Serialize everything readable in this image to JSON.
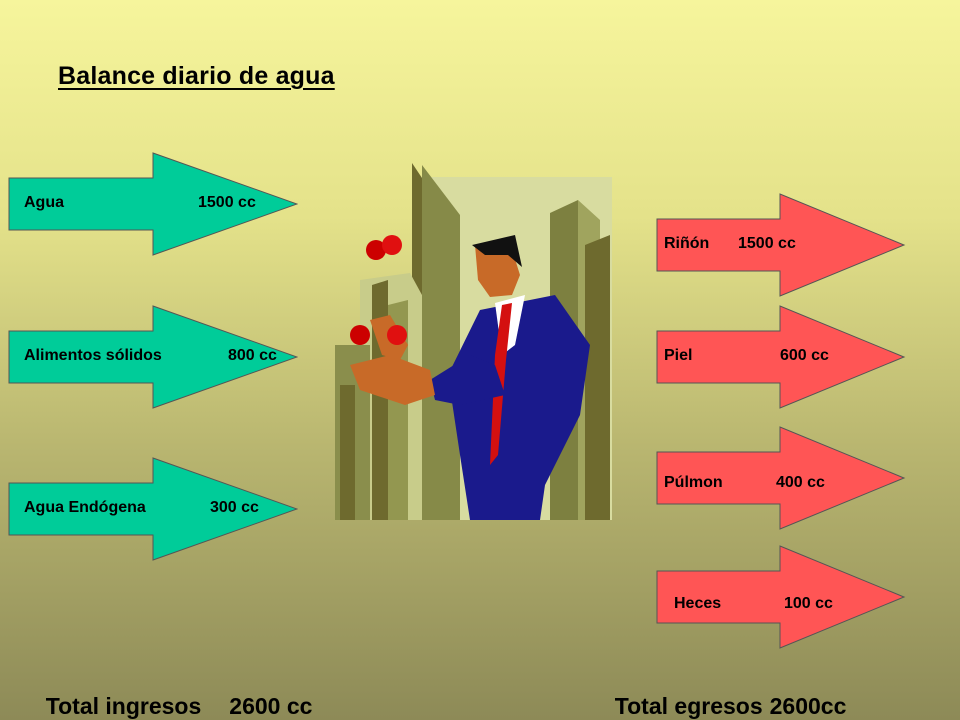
{
  "title": "Balance diario de agua",
  "inputs": [
    {
      "label": "Agua",
      "value": "1500 cc"
    },
    {
      "label": "Alimentos sólidos",
      "value": "800 cc"
    },
    {
      "label": "Agua Endógena",
      "value": "300 cc"
    }
  ],
  "outputs": [
    {
      "label": "Riñón",
      "value": "1500 cc"
    },
    {
      "label": "Piel",
      "value": "600 cc"
    },
    {
      "label": "Púlmon",
      "value": "400 cc"
    },
    {
      "label": "Heces",
      "value": "100 cc"
    }
  ],
  "totals": {
    "ingresos_label": "Total ingresos",
    "ingresos_value": "2600 cc",
    "egresos_label": "Total egresos",
    "egresos_value": "2600cc"
  },
  "colors": {
    "input_arrow": "#00cc99",
    "output_arrow": "#ff5555"
  }
}
